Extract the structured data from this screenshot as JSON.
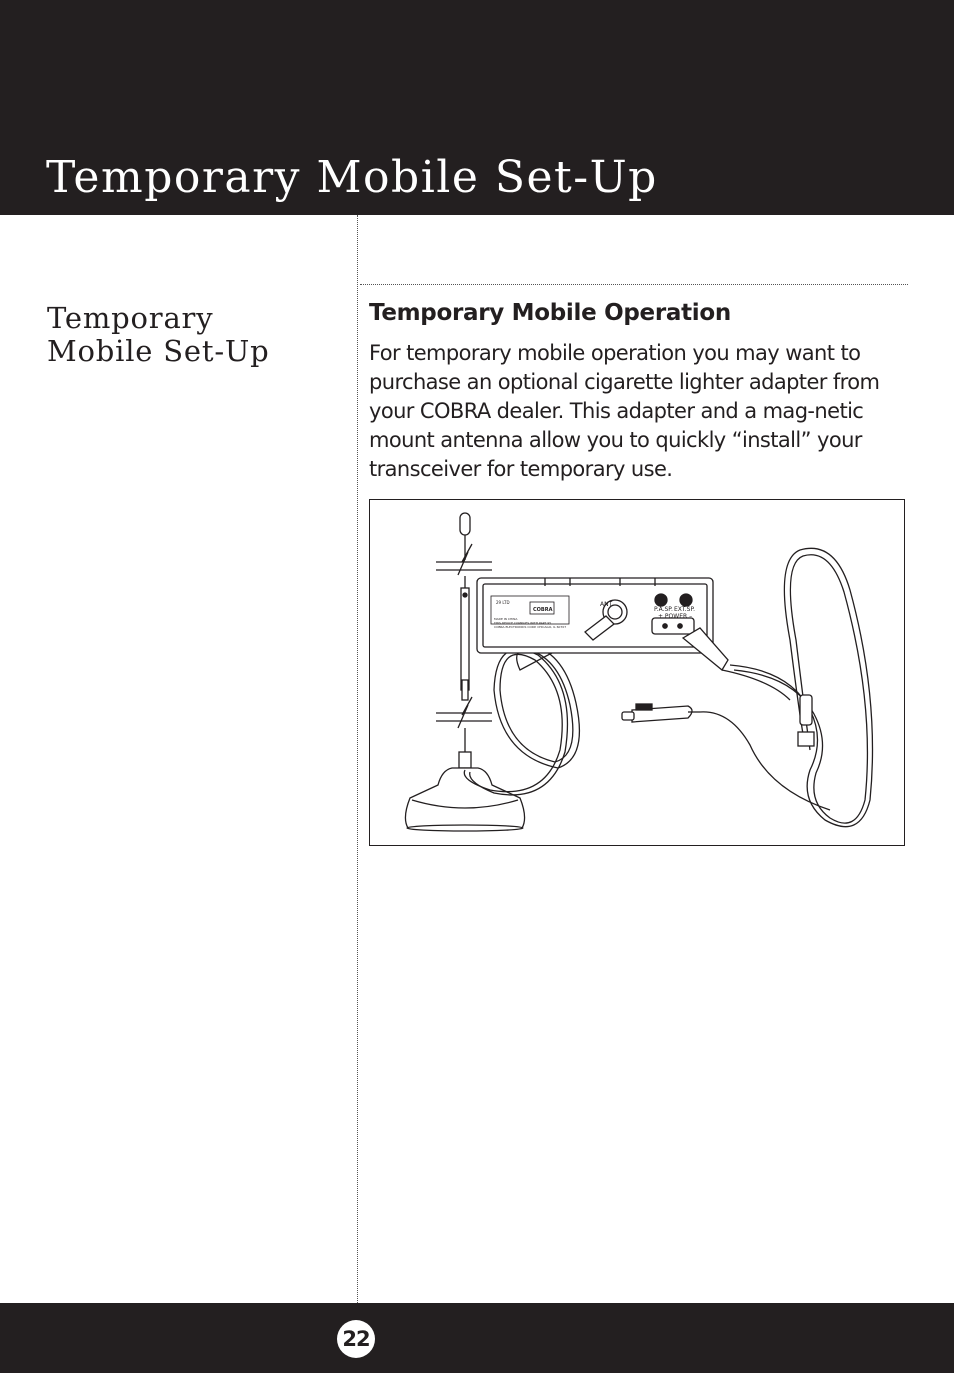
{
  "header": {
    "title": "Temporary Mobile Set-Up"
  },
  "sidebar": {
    "title_line1": "Temporary",
    "title_line2": "Mobile Set-Up"
  },
  "section": {
    "heading": "Temporary Mobile Operation",
    "body": "For temporary mobile operation you may want to purchase an optional cigarette lighter adapter from your COBRA dealer. This adapter and a mag-netic mount antenna allow you to quickly “install” your transceiver for temporary use."
  },
  "figure": {
    "labels": {
      "ant": "ANT",
      "pa_sp": "P.A.SP.",
      "ext_sp": "EXT.SP.",
      "power": "+ POWER –",
      "brand": "COBRA",
      "model": "29 LTD",
      "label_line1": "MADE IN CHINA",
      "label_line2": "THIS DEVICE COMPLIES WITH PART 95",
      "label_line3": "COBRA ELECTRONICS CORP. CHICAGO, IL 60707"
    }
  },
  "footer": {
    "page_number": "22"
  }
}
